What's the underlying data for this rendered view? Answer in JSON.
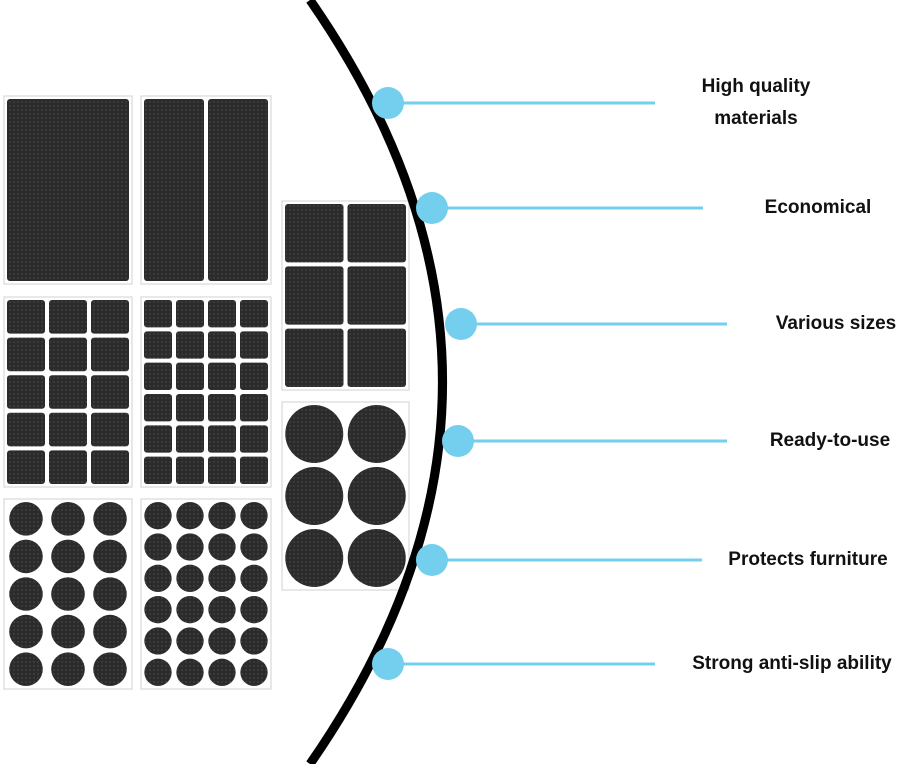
{
  "colors": {
    "background": "#ffffff",
    "arc": "#000000",
    "accent": "#74cfee",
    "pad": "#2b2b2b",
    "pad_texture": "#4a4a4a",
    "card_border": "#d8d8d8",
    "text": "#111111"
  },
  "product": {
    "name": "furniture felt pads sheets",
    "sheets": [
      {
        "shape": "rectangle",
        "cols": 1,
        "rows": 1
      },
      {
        "shape": "rectangle",
        "cols": 2,
        "rows": 1
      },
      {
        "shape": "rectangle",
        "cols": 2,
        "rows": 3
      },
      {
        "shape": "rectangle",
        "cols": 3,
        "rows": 5
      },
      {
        "shape": "rectangle",
        "cols": 4,
        "rows": 6
      },
      {
        "shape": "circle",
        "cols": 2,
        "rows": 3
      },
      {
        "shape": "circle",
        "cols": 3,
        "rows": 5
      },
      {
        "shape": "circle",
        "cols": 4,
        "rows": 6
      }
    ]
  },
  "features": [
    {
      "label_lines": [
        "High quality",
        "materials"
      ]
    },
    {
      "label_lines": [
        "Economical"
      ]
    },
    {
      "label_lines": [
        "Various sizes"
      ]
    },
    {
      "label_lines": [
        "Ready-to-use"
      ]
    },
    {
      "label_lines": [
        "Protects furniture"
      ]
    },
    {
      "label_lines": [
        "Strong anti-slip ability"
      ]
    }
  ]
}
